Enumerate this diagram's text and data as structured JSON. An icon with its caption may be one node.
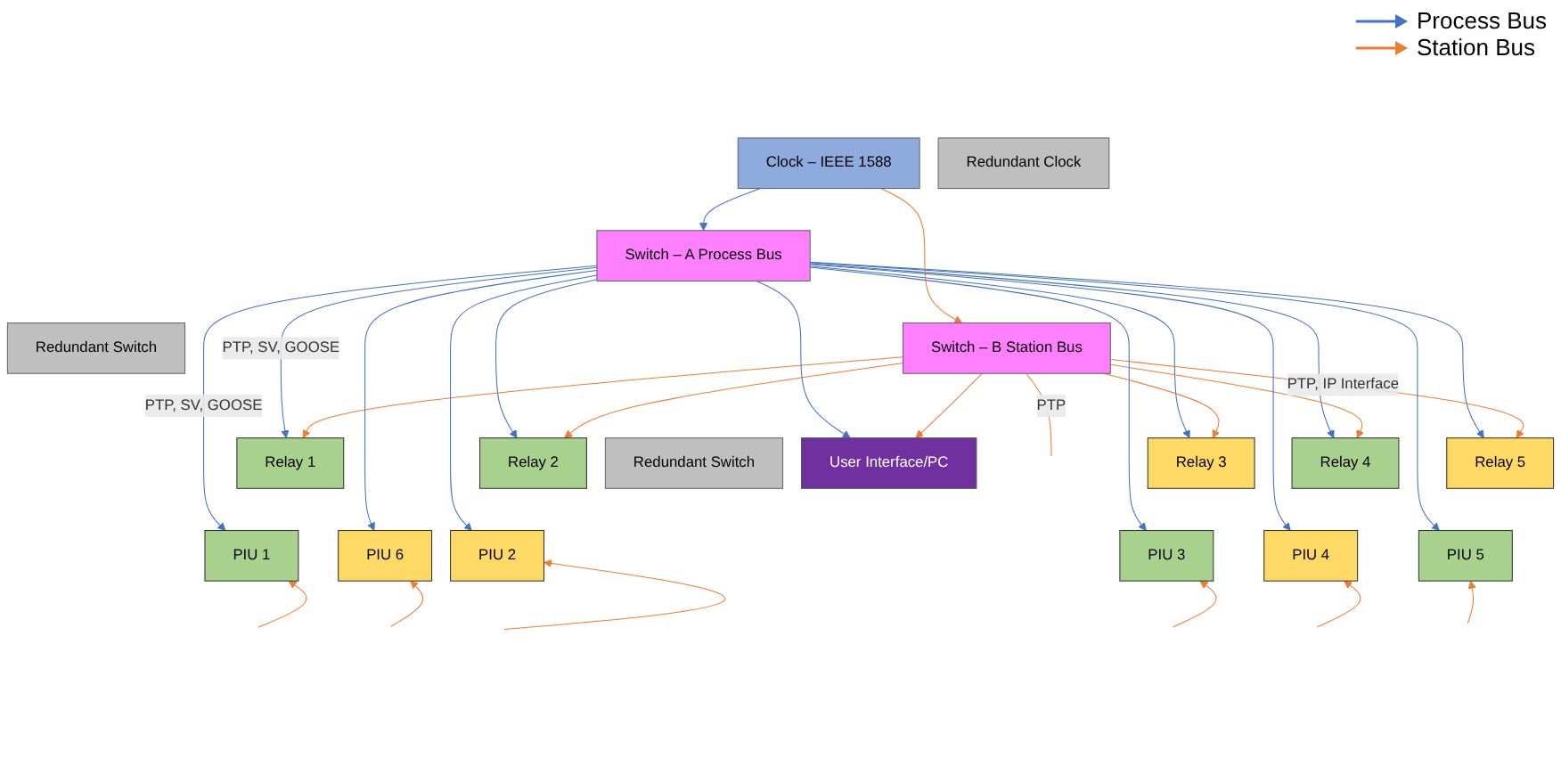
{
  "diagram": {
    "nodes": [
      {
        "text": [
          "Relay 1"
        ]
      },
      {
        "text": [
          "Relay 2"
        ]
      },
      {
        "text": [
          "Relay 3"
        ]
      },
      {
        "text": [
          "Relay 4"
        ]
      },
      {
        "text": [
          "Relay 5"
        ]
      },
      {
        "text": [
          "Switch – A Process Bus"
        ]
      },
      {
        "text": [
          "Redundant Switch"
        ]
      },
      {
        "text": [
          "Clock – IEEE 1588"
        ]
      },
      {
        "text": [
          "Redundant Clock"
        ]
      },
      {
        "text": [
          "Switch – B Station Bus"
        ]
      },
      {
        "text": [
          "Redundant Switch"
        ]
      },
      {
        "text": [
          "User Interface/PC"
        ]
      },
      {
        "text": [
          "PIU 1"
        ]
      },
      {
        "text": [
          "PIU 2"
        ]
      },
      {
        "text": [
          "PIU 3"
        ]
      },
      {
        "text": [
          "PIU 4"
        ]
      },
      {
        "text": [
          "PIU 5"
        ]
      },
      {
        "text": [
          "PIU 6"
        ]
      }
    ],
    "edges": [
      {
        "from": 5,
        "to": 0,
        "arrow": "to",
        "label": "PTP, SV, GOOSE",
        "color": "#4472c4"
      },
      {
        "from": 5,
        "to": 1,
        "arrow": "to",
        "color": "#4472c4"
      },
      {
        "from": 5,
        "to": 2,
        "arrow": "to",
        "color": "#4472c4"
      },
      {
        "from": 5,
        "to": 3,
        "arrow": "to",
        "color": "#4472c4"
      },
      {
        "from": 5,
        "to": 4,
        "arrow": "to",
        "color": "#4472c4"
      },
      {
        "from": 9,
        "to": 0,
        "arrow": "to",
        "color": "#ed7d31"
      },
      {
        "from": 9,
        "to": 1,
        "arrow": "to",
        "color": "#ed7d31"
      },
      {
        "from": 9,
        "to": 2,
        "arrow": "to",
        "color": "#ed7d31"
      },
      {
        "from": 9,
        "to": 3,
        "arrow": "to",
        "color": "#ed7d31"
      },
      {
        "from": 9,
        "to": 4,
        "arrow": "to",
        "label": "PTP, IP Interface",
        "color": "#ed7d31"
      },
      {
        "from": 7,
        "to": 5,
        "arrow": "to",
        "color": "#4472c4"
      },
      {
        "from": 5,
        "to": 11,
        "arrow": "to",
        "color": "#4472c4"
      },
      {
        "from": 7,
        "to": 9,
        "arrow": "to",
        "color": "#ed7d31"
      },
      {
        "from": 9,
        "to": 11,
        "arrow": "to",
        "color": "#ed7d31"
      },
      {
        "from": 5,
        "to": 12,
        "arrow": "to",
        "label": "PTP, SV, GOOSE",
        "color": "#4472c4"
      },
      {
        "from": 5,
        "to": 13,
        "arrow": "to",
        "color": "#4472c4"
      },
      {
        "from": 5,
        "to": 14,
        "arrow": "to",
        "color": "#4472c4"
      },
      {
        "from": 5,
        "to": 15,
        "arrow": "to",
        "color": "#4472c4"
      },
      {
        "from": 5,
        "to": 16,
        "arrow": "to",
        "color": "#4472c4"
      },
      {
        "from": 5,
        "to": 17,
        "arrow": "to",
        "color": "#4472c4"
      },
      {
        "from": 9,
        "to": null,
        "arrow": "none",
        "label": "PTP",
        "color": "#ed7d31"
      },
      {
        "from": null,
        "to": 12,
        "arrow": "to",
        "color": "#ed7d31"
      },
      {
        "from": null,
        "to": 13,
        "arrow": "to",
        "color": "#ed7d31"
      },
      {
        "from": null,
        "to": 14,
        "arrow": "to",
        "color": "#ed7d31"
      },
      {
        "from": null,
        "to": 15,
        "arrow": "to",
        "color": "#ed7d31"
      },
      {
        "from": null,
        "to": 16,
        "arrow": "to",
        "color": "#ed7d31"
      },
      {
        "from": null,
        "to": 17,
        "arrow": "to",
        "color": "#ed7d31"
      }
    ],
    "legend": [
      {
        "text": "Process Bus"
      },
      {
        "text": "Station Bus"
      }
    ]
  }
}
